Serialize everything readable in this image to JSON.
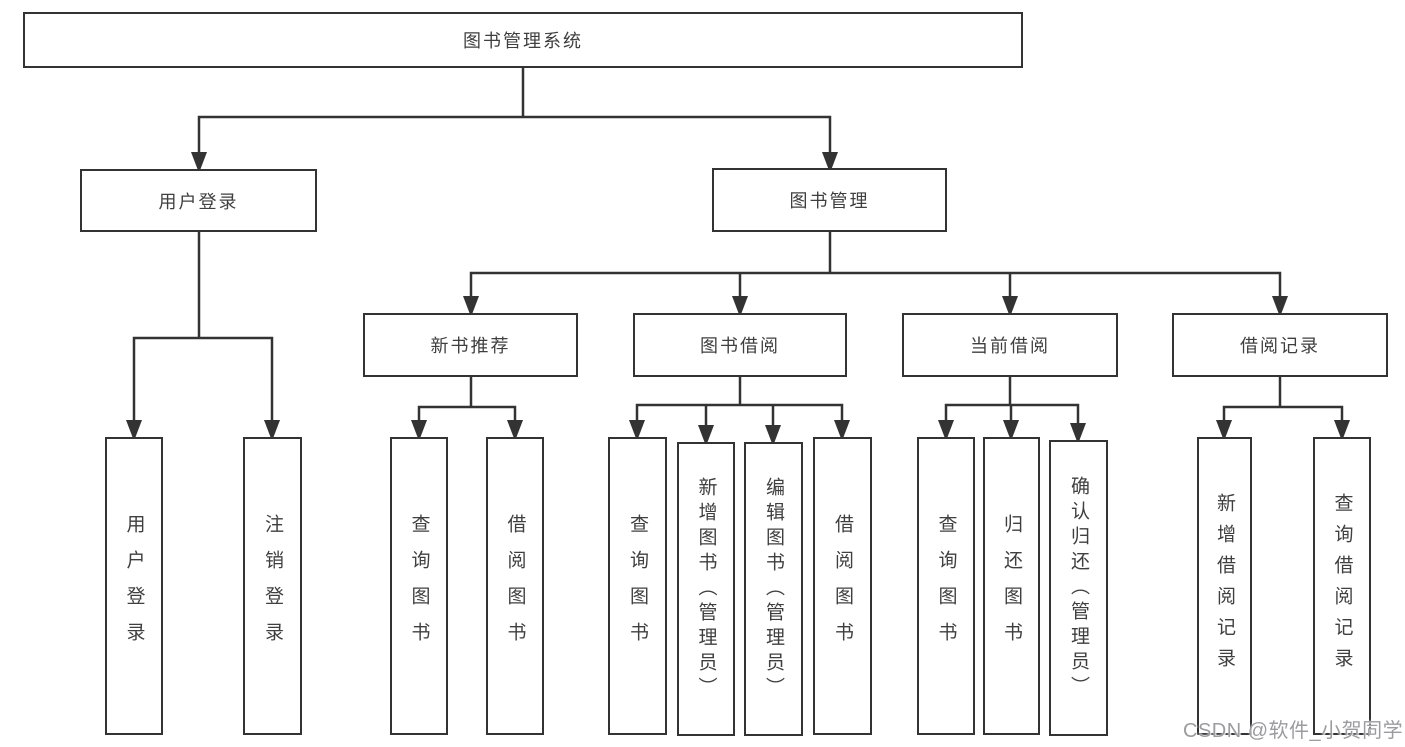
{
  "tree": {
    "root": {
      "label": "图书管理系统",
      "children": [
        {
          "label": "用户登录",
          "children": [
            {
              "label": "用户登录"
            },
            {
              "label": "注销登录"
            }
          ]
        },
        {
          "label": "图书管理",
          "children": [
            {
              "label": "新书推荐",
              "children": [
                {
                  "label": "查询图书"
                },
                {
                  "label": "借阅图书"
                }
              ]
            },
            {
              "label": "图书借阅",
              "children": [
                {
                  "label": "查询图书"
                },
                {
                  "label": "新增图书（管理员）"
                },
                {
                  "label": "编辑图书（管理员）"
                },
                {
                  "label": "借阅图书"
                }
              ]
            },
            {
              "label": "当前借阅",
              "children": [
                {
                  "label": "查询图书"
                },
                {
                  "label": "归还图书"
                },
                {
                  "label": "确认归还（管理员）"
                }
              ]
            },
            {
              "label": "借阅记录",
              "children": [
                {
                  "label": "新增借阅记录"
                },
                {
                  "label": "查询借阅记录"
                }
              ]
            }
          ]
        }
      ]
    }
  },
  "watermark": {
    "text": "CSDN @软件_小贺同学"
  },
  "colors": {
    "line": "#333333",
    "box_border": "#333333",
    "box_fill": "#ffffff",
    "label_text": "#3f3f3f",
    "watermark_text": "#9c9ca0",
    "background": "#ffffff"
  }
}
